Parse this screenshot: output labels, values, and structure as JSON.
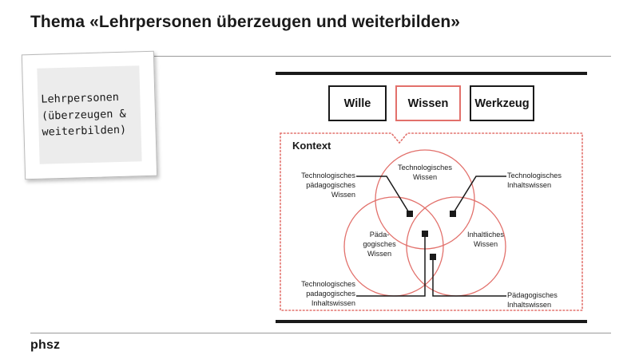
{
  "slide": {
    "title": "Thema «Lehrpersonen überzeugen und weiterbilden»",
    "footer_logo": "phsz"
  },
  "sticky_note": {
    "text": "Lehrpersonen\n(überzeugen &\nweiterbilden)"
  },
  "diagram": {
    "w_boxes": [
      {
        "label": "Wille",
        "accent": "#1a1a1a"
      },
      {
        "label": "Wissen",
        "accent": "#e2706b"
      },
      {
        "label": "Werkzeug",
        "accent": "#1a1a1a"
      }
    ],
    "context_label": "Kontext",
    "circles": [
      {
        "id": "tk",
        "label": "Technologisches\nWissen"
      },
      {
        "id": "pk",
        "label": "Päda-\ngogisches\nWissen"
      },
      {
        "id": "ck",
        "label": "Inhaltliches\nWissen"
      }
    ],
    "callouts": [
      {
        "id": "tpk",
        "label": "Technologisches\npädagogisches\nWissen"
      },
      {
        "id": "tck",
        "label": "Technologisches\nInhaltswissen"
      },
      {
        "id": "tpck",
        "label": "Technologisches\npadagogisches\nInhaltswissen"
      },
      {
        "id": "pck",
        "label": "Pädagogisches\nInhaltswissen"
      }
    ]
  },
  "colors": {
    "accent_red": "#e2706b",
    "circle_stroke": "#e2706b",
    "rule_black": "#1a1a1a",
    "rule_gray": "#9a9a9a",
    "text": "#1c1c1c"
  }
}
